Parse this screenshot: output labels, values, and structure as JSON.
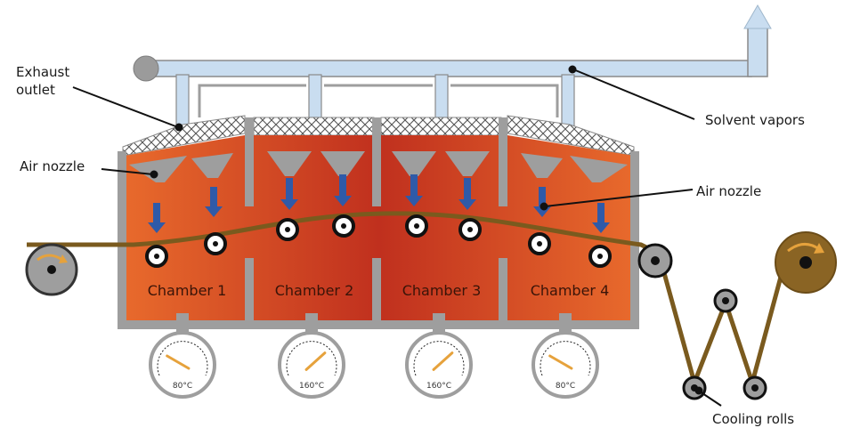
{
  "labels": {
    "exhaust_outlet_line1": "Exhaust",
    "exhaust_outlet_line2": "outlet",
    "solvent_vapors": "Solvent vapors",
    "air_nozzle_left": "Air nozzle",
    "air_nozzle_right": "Air nozzle",
    "cooling_rolls": "Cooling rolls"
  },
  "chambers": [
    {
      "name": "Chamber 1",
      "temperature": "80°C",
      "gauge_level": 0.25
    },
    {
      "name": "Chamber 2",
      "temperature": "160°C",
      "gauge_level": 0.7
    },
    {
      "name": "Chamber 3",
      "temperature": "160°C",
      "gauge_level": 0.7
    },
    {
      "name": "Chamber 4",
      "temperature": "80°C",
      "gauge_level": 0.25
    }
  ],
  "colors": {
    "oven_red": "#c0301e",
    "oven_orange": "#e86a2c",
    "wall_gray": "#9e9e9e",
    "duct_blue": "#bcd8f0",
    "arrow_blue": "#2f5aa8",
    "web_brown": "#7a5a1e",
    "gauge_needle": "#e6a23c",
    "roll_brown": "#8a6424"
  }
}
